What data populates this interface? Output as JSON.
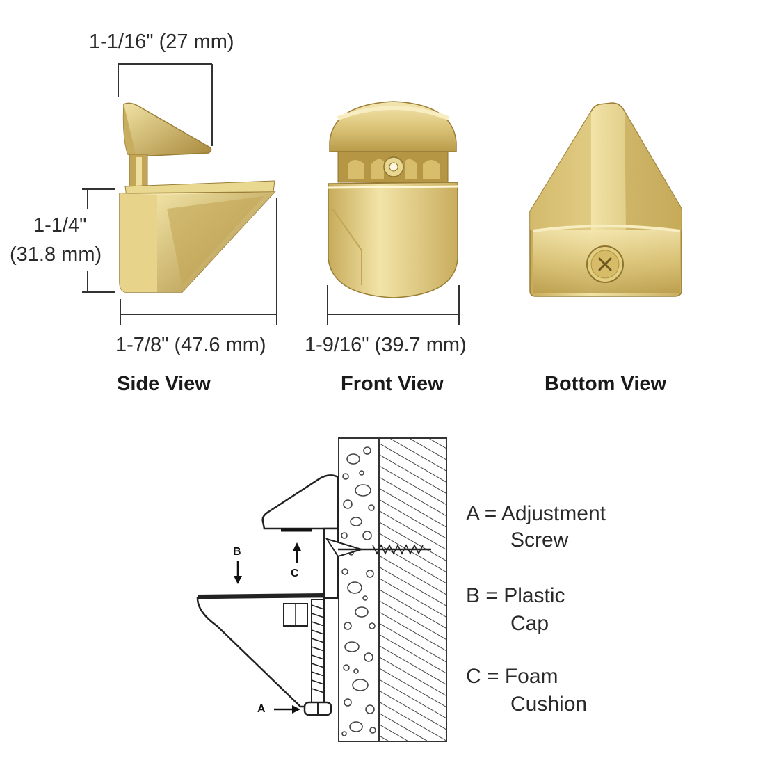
{
  "dimensions": {
    "side_width": "1-1/16\" (27 mm)",
    "side_height_line1": "1-1/4\"",
    "side_height_line2": "(31.8 mm)",
    "side_depth": "1-7/8\" (47.6 mm)",
    "front_width": "1-9/16\" (39.7 mm)"
  },
  "views": {
    "side": "Side View",
    "front": "Front View",
    "bottom": "Bottom View"
  },
  "callouts": {
    "a": "A",
    "b": "B",
    "c": "C"
  },
  "legend": [
    {
      "line1": "A = Adjustment",
      "line2": "Screw"
    },
    {
      "line1": "B = Plastic",
      "line2": "Cap"
    },
    {
      "line1": "C = Foam",
      "line2": "Cushion"
    }
  ],
  "colors": {
    "brass_light": "#f0e2a4",
    "brass_mid": "#d9c073",
    "brass_dark": "#b89a45",
    "brass_shadow": "#8f7330",
    "line": "#333333"
  }
}
